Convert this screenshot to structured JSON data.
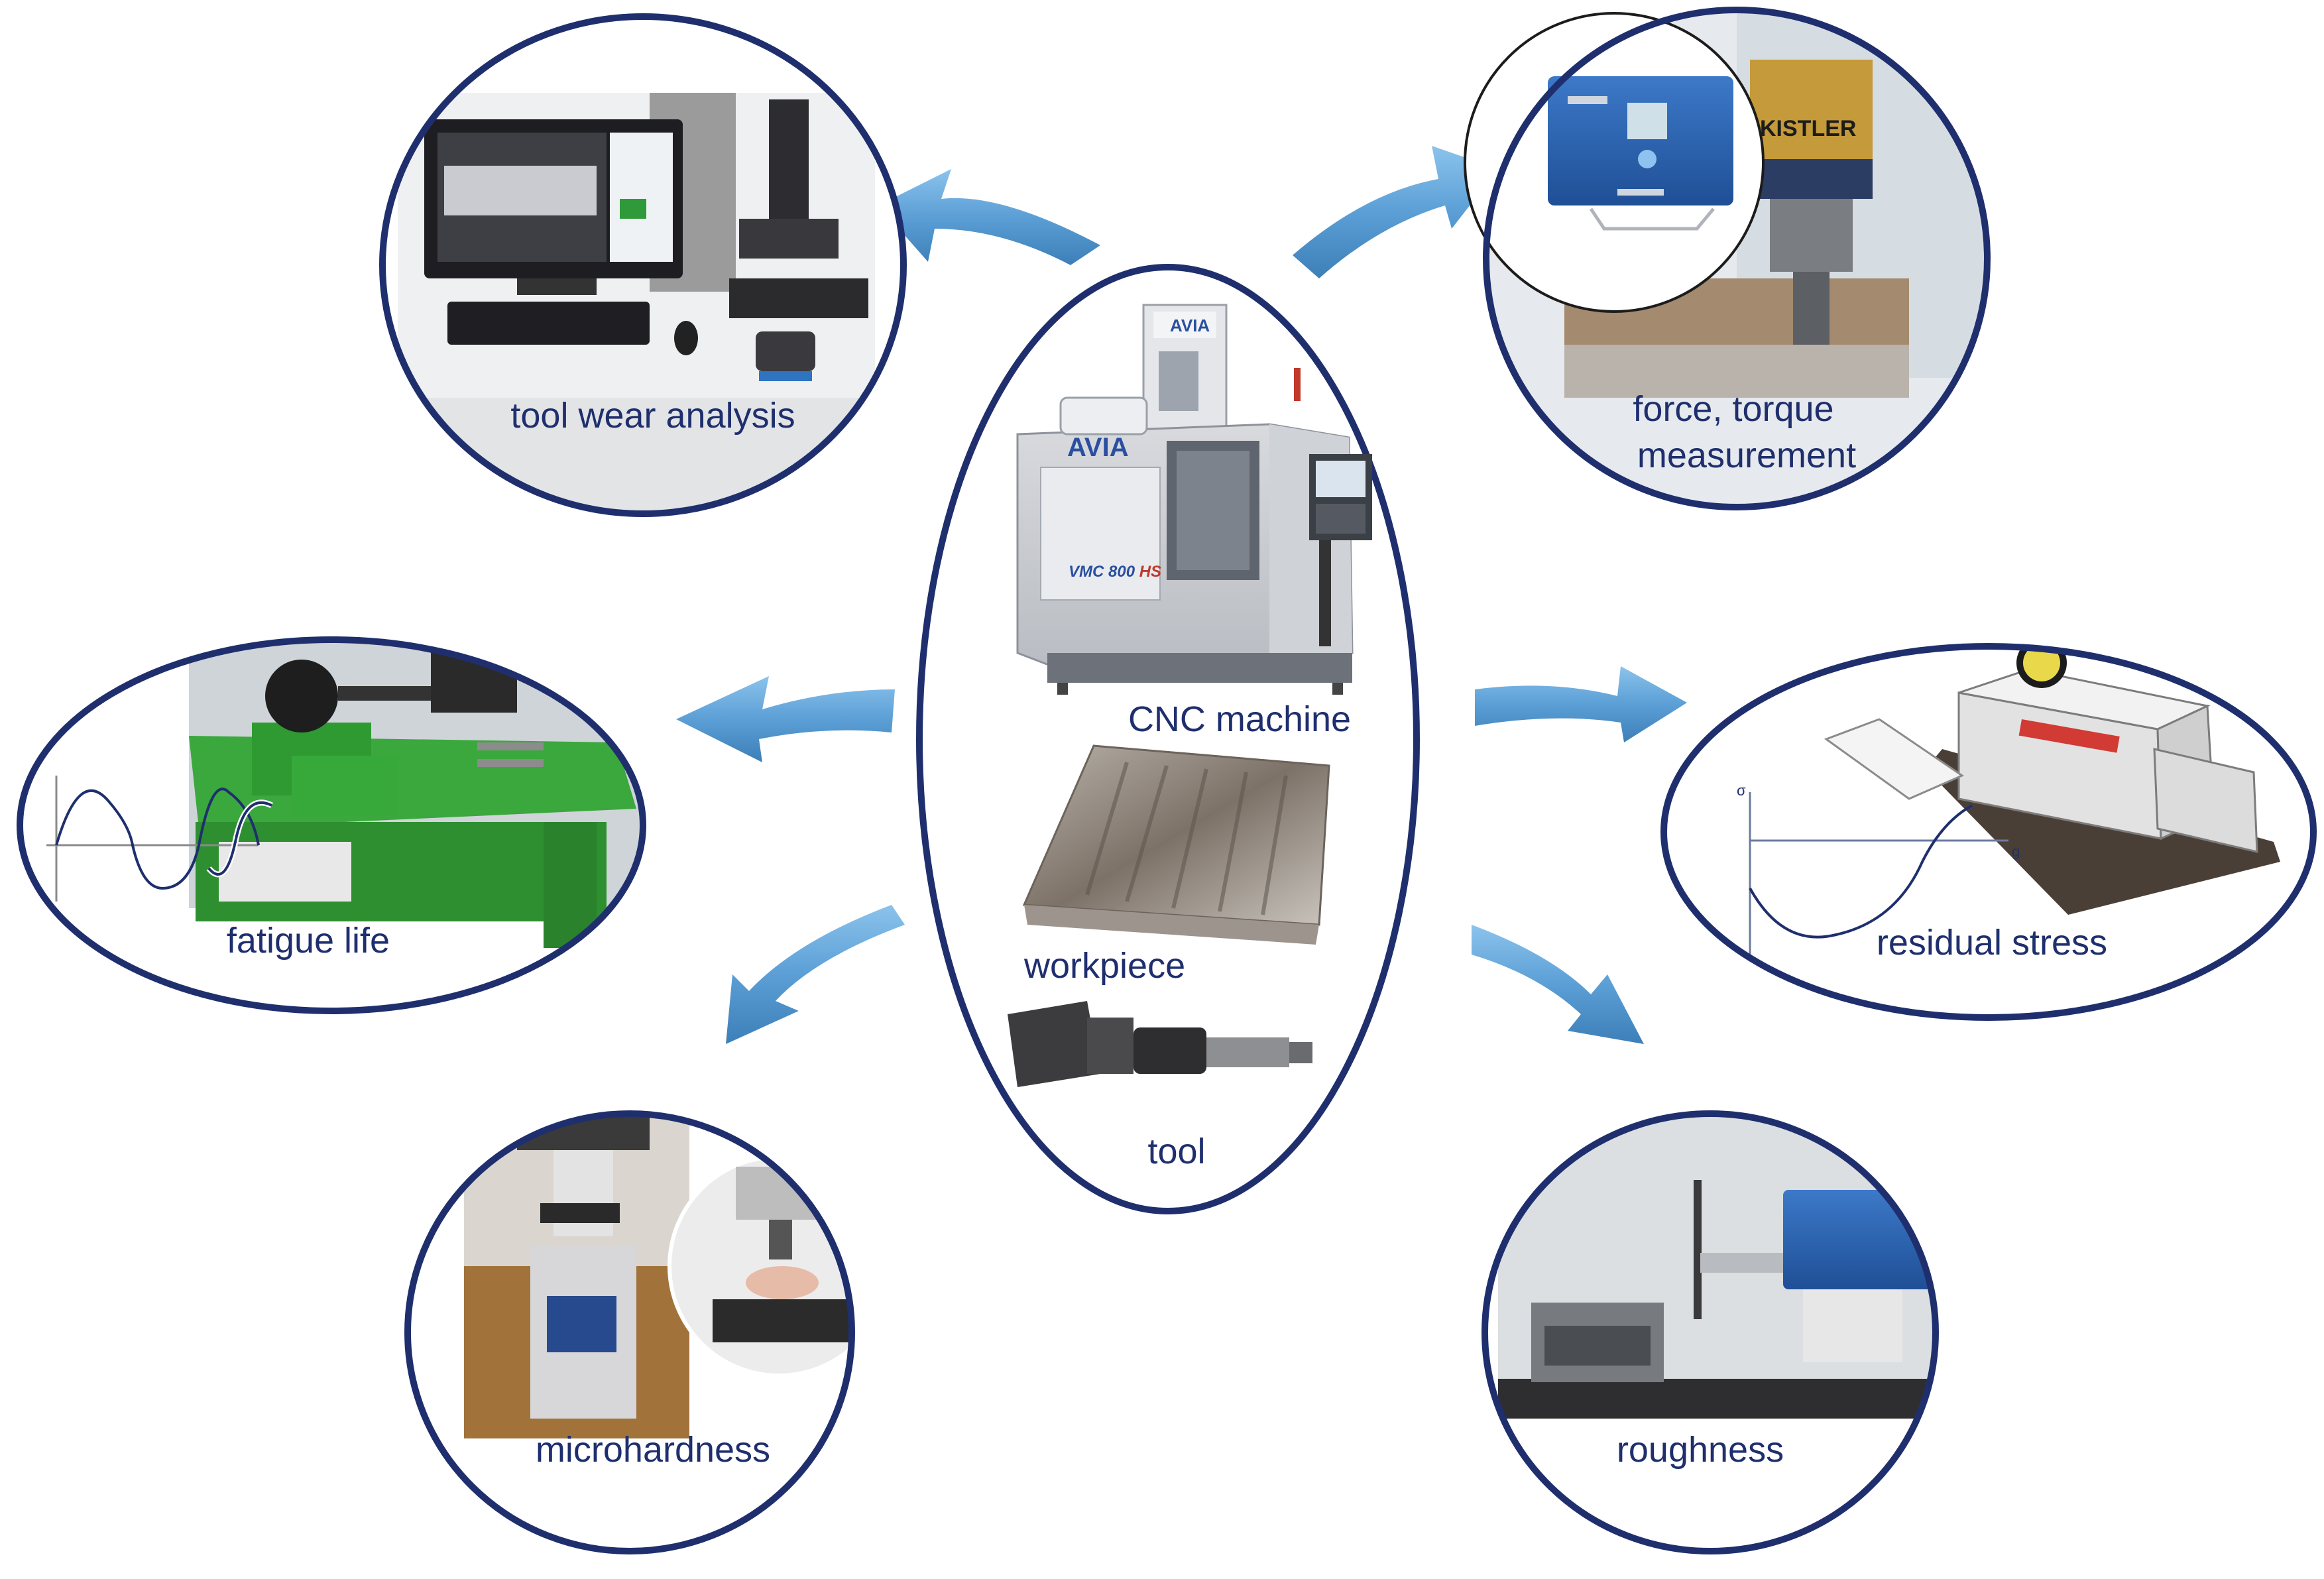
{
  "colors": {
    "ring": "#1f2f6e",
    "label": "#1f2f6e",
    "arrow_main": "#5b9fd6",
    "arrow_dark": "#3d7fb8",
    "machine_green": "#3aa83c"
  },
  "center": {
    "cnc_label": "CNC machine",
    "machine_brand": "AVIA",
    "machine_model": "VMC 800",
    "machine_model_suffix": "HS",
    "workpiece_label": "workpiece",
    "tool_label": "tool"
  },
  "nodes": {
    "tool_wear": {
      "label": "tool wear analysis"
    },
    "force_torque": {
      "label_line1": "force, torque",
      "label_line2": "measurement",
      "brand": "KISTLER"
    },
    "fatigue": {
      "label": "fatigue life"
    },
    "residual_stress": {
      "label": "residual stress",
      "axis_y": "σ",
      "axis_x": "g"
    },
    "microhardness": {
      "label": "microhardness"
    },
    "roughness": {
      "label": "roughness"
    }
  },
  "icons": {
    "arrow": "curved-arrow-icon",
    "sine": "sine-wave-icon"
  }
}
